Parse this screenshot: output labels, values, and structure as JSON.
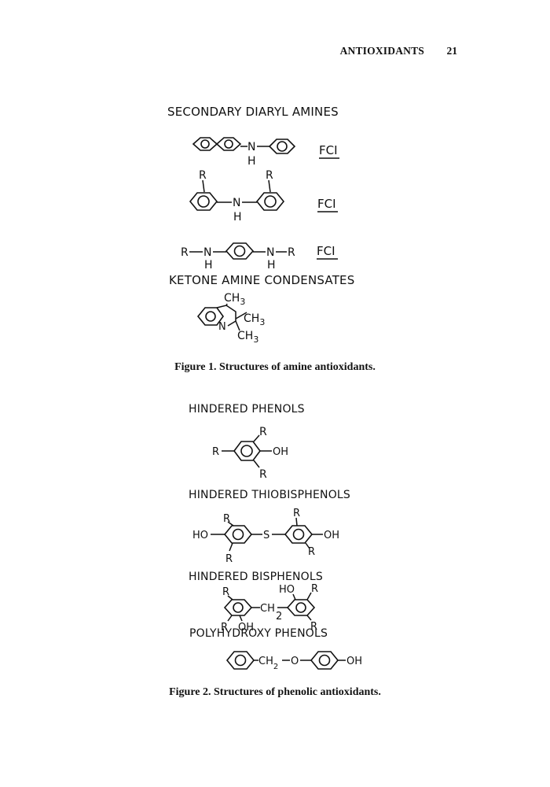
{
  "header": {
    "running_title": "ANTIOXIDANTS",
    "page_number": "21"
  },
  "figure1": {
    "heading_secondary": "SECONDARY DIARYL AMINES",
    "heading_ketone": "KETONE AMINE CONDENSATES",
    "fci_label": "FCI",
    "atoms": {
      "n": "N",
      "h": "H",
      "r": "R",
      "methyl": "CH",
      "methyl_subscript": "3"
    },
    "caption": "Figure 1. Structures of amine antioxidants."
  },
  "figure2": {
    "heading_hindered_phenols": "HINDERED PHENOLS",
    "heading_thiobisphenols": "HINDERED THIOBISPHENOLS",
    "heading_bisphenols": "HINDERED BISPHENOLS",
    "heading_polyhydroxy": "POLYHYDROXY PHENOLS",
    "atoms": {
      "r": "R",
      "oh": "OH",
      "ho": "HO",
      "s": "S",
      "methylene": "CH",
      "methylene_subscript": "2",
      "o": "O"
    },
    "caption": "Figure 2. Structures of phenolic antioxidants."
  }
}
